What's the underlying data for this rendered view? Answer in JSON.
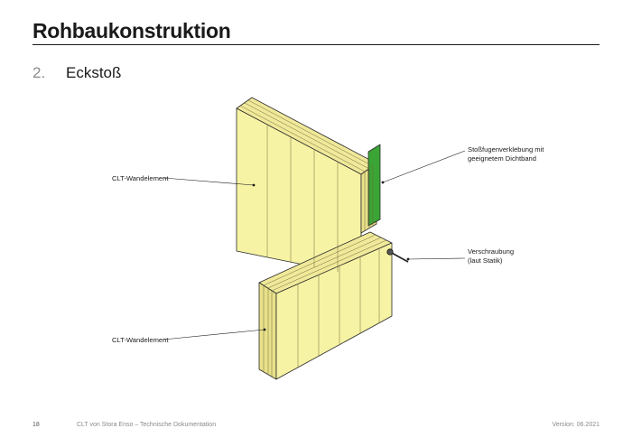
{
  "header": {
    "title": "Rohbaukonstruktion"
  },
  "section": {
    "number": "2.",
    "title": "Eckstoß"
  },
  "figure": {
    "labels": {
      "clt_upper": "CLT-Wandelement",
      "clt_lower": "CLT-Wandelement",
      "sealing_line1": "Stoßfugenverklebung mit",
      "sealing_line2": "geeignetem Dichtband",
      "screw_line1": "Verschraubung",
      "screw_line2": "(laut Statik)"
    },
    "colors": {
      "wood_face": "#f7f3a4",
      "wood_side": "#e9e18a",
      "wood_top": "#f0e99a",
      "sealing_tape": "#3aa535",
      "outline": "#2a2a2a"
    }
  },
  "footer": {
    "page_number": "18",
    "document": "CLT von Stora Enso – Technische Dokumentation",
    "version": "Version: 06.2021"
  }
}
